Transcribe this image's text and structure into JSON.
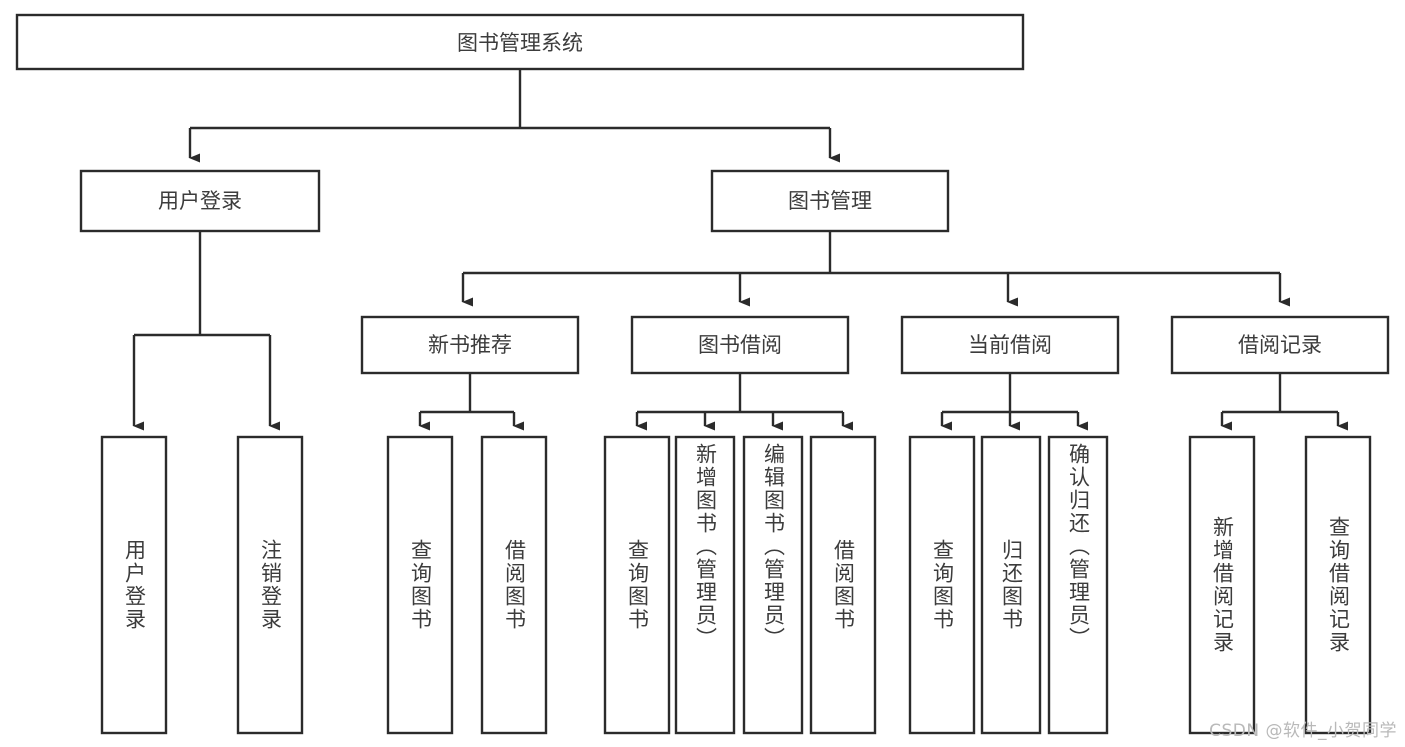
{
  "diagram": {
    "type": "tree",
    "title": "图书管理系统",
    "watermark": "CSDN @软件_小贺同学",
    "colors": {
      "stroke": "#2b2b2b",
      "fill": "#ffffff",
      "text": "#3c3c3c",
      "watermark": "#b9b9b9"
    },
    "root": {
      "label": "图书管理系统"
    },
    "level1": [
      {
        "label": "用户登录"
      },
      {
        "label": "图书管理"
      }
    ],
    "level2": [
      {
        "label": "新书推荐"
      },
      {
        "label": "图书借阅"
      },
      {
        "label": "当前借阅"
      },
      {
        "label": "借阅记录"
      }
    ],
    "leaves": {
      "user_login": [
        {
          "label": "用户登录"
        },
        {
          "label": "注销登录"
        }
      ],
      "new_book": [
        {
          "label": "查询图书"
        },
        {
          "label": "借阅图书"
        }
      ],
      "book_borrow": [
        {
          "label": "查询图书"
        },
        {
          "label": "新增图书（管理员）"
        },
        {
          "label": "编辑图书（管理员）"
        },
        {
          "label": "借阅图书"
        }
      ],
      "current_borrow": [
        {
          "label": "查询图书"
        },
        {
          "label": "归还图书"
        },
        {
          "label": "确认归还（管理员）"
        }
      ],
      "borrow_record": [
        {
          "label": "新增借阅记录"
        },
        {
          "label": "查询借阅记录"
        }
      ]
    }
  }
}
